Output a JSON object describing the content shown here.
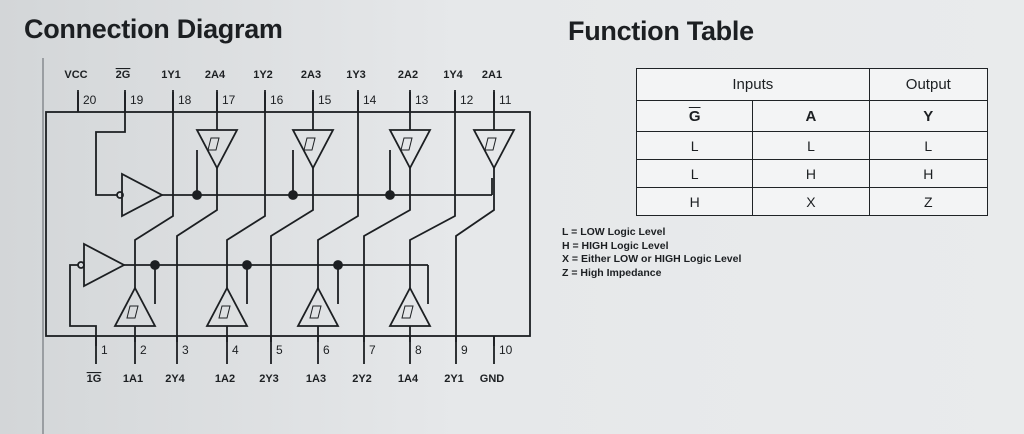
{
  "connection_diagram": {
    "title": "Connection Diagram",
    "top_pins": [
      {
        "num": "20",
        "label": "VCC"
      },
      {
        "num": "19",
        "label": "2G"
      },
      {
        "num": "18",
        "label": "1Y1"
      },
      {
        "num": "17",
        "label": "2A4"
      },
      {
        "num": "16",
        "label": "1Y2"
      },
      {
        "num": "15",
        "label": "2A3"
      },
      {
        "num": "14",
        "label": "1Y3"
      },
      {
        "num": "13",
        "label": "2A2"
      },
      {
        "num": "12",
        "label": "1Y4"
      },
      {
        "num": "11",
        "label": "2A1"
      }
    ],
    "bottom_pins": [
      {
        "num": "1",
        "label": "1G"
      },
      {
        "num": "2",
        "label": "1A1"
      },
      {
        "num": "3",
        "label": "2Y4"
      },
      {
        "num": "4",
        "label": "1A2"
      },
      {
        "num": "5",
        "label": "2Y3"
      },
      {
        "num": "6",
        "label": "1A3"
      },
      {
        "num": "7",
        "label": "2Y2"
      },
      {
        "num": "8",
        "label": "1A4"
      },
      {
        "num": "9",
        "label": "2Y1"
      },
      {
        "num": "10",
        "label": "GND"
      }
    ]
  },
  "function_table": {
    "title": "Function Table",
    "group_headers": {
      "inputs": "Inputs",
      "output": "Output"
    },
    "columns": [
      "G",
      "A",
      "Y"
    ],
    "rows": [
      [
        "L",
        "L",
        "L"
      ],
      [
        "L",
        "H",
        "H"
      ],
      [
        "H",
        "X",
        "Z"
      ]
    ]
  },
  "legend": [
    "L = LOW Logic Level",
    "H = HIGH Logic Level",
    "X = Either LOW or HIGH Logic Level",
    "Z = High Impedance"
  ],
  "colors": {
    "ink": "#1c1f22",
    "background": "#e6e8ea"
  }
}
